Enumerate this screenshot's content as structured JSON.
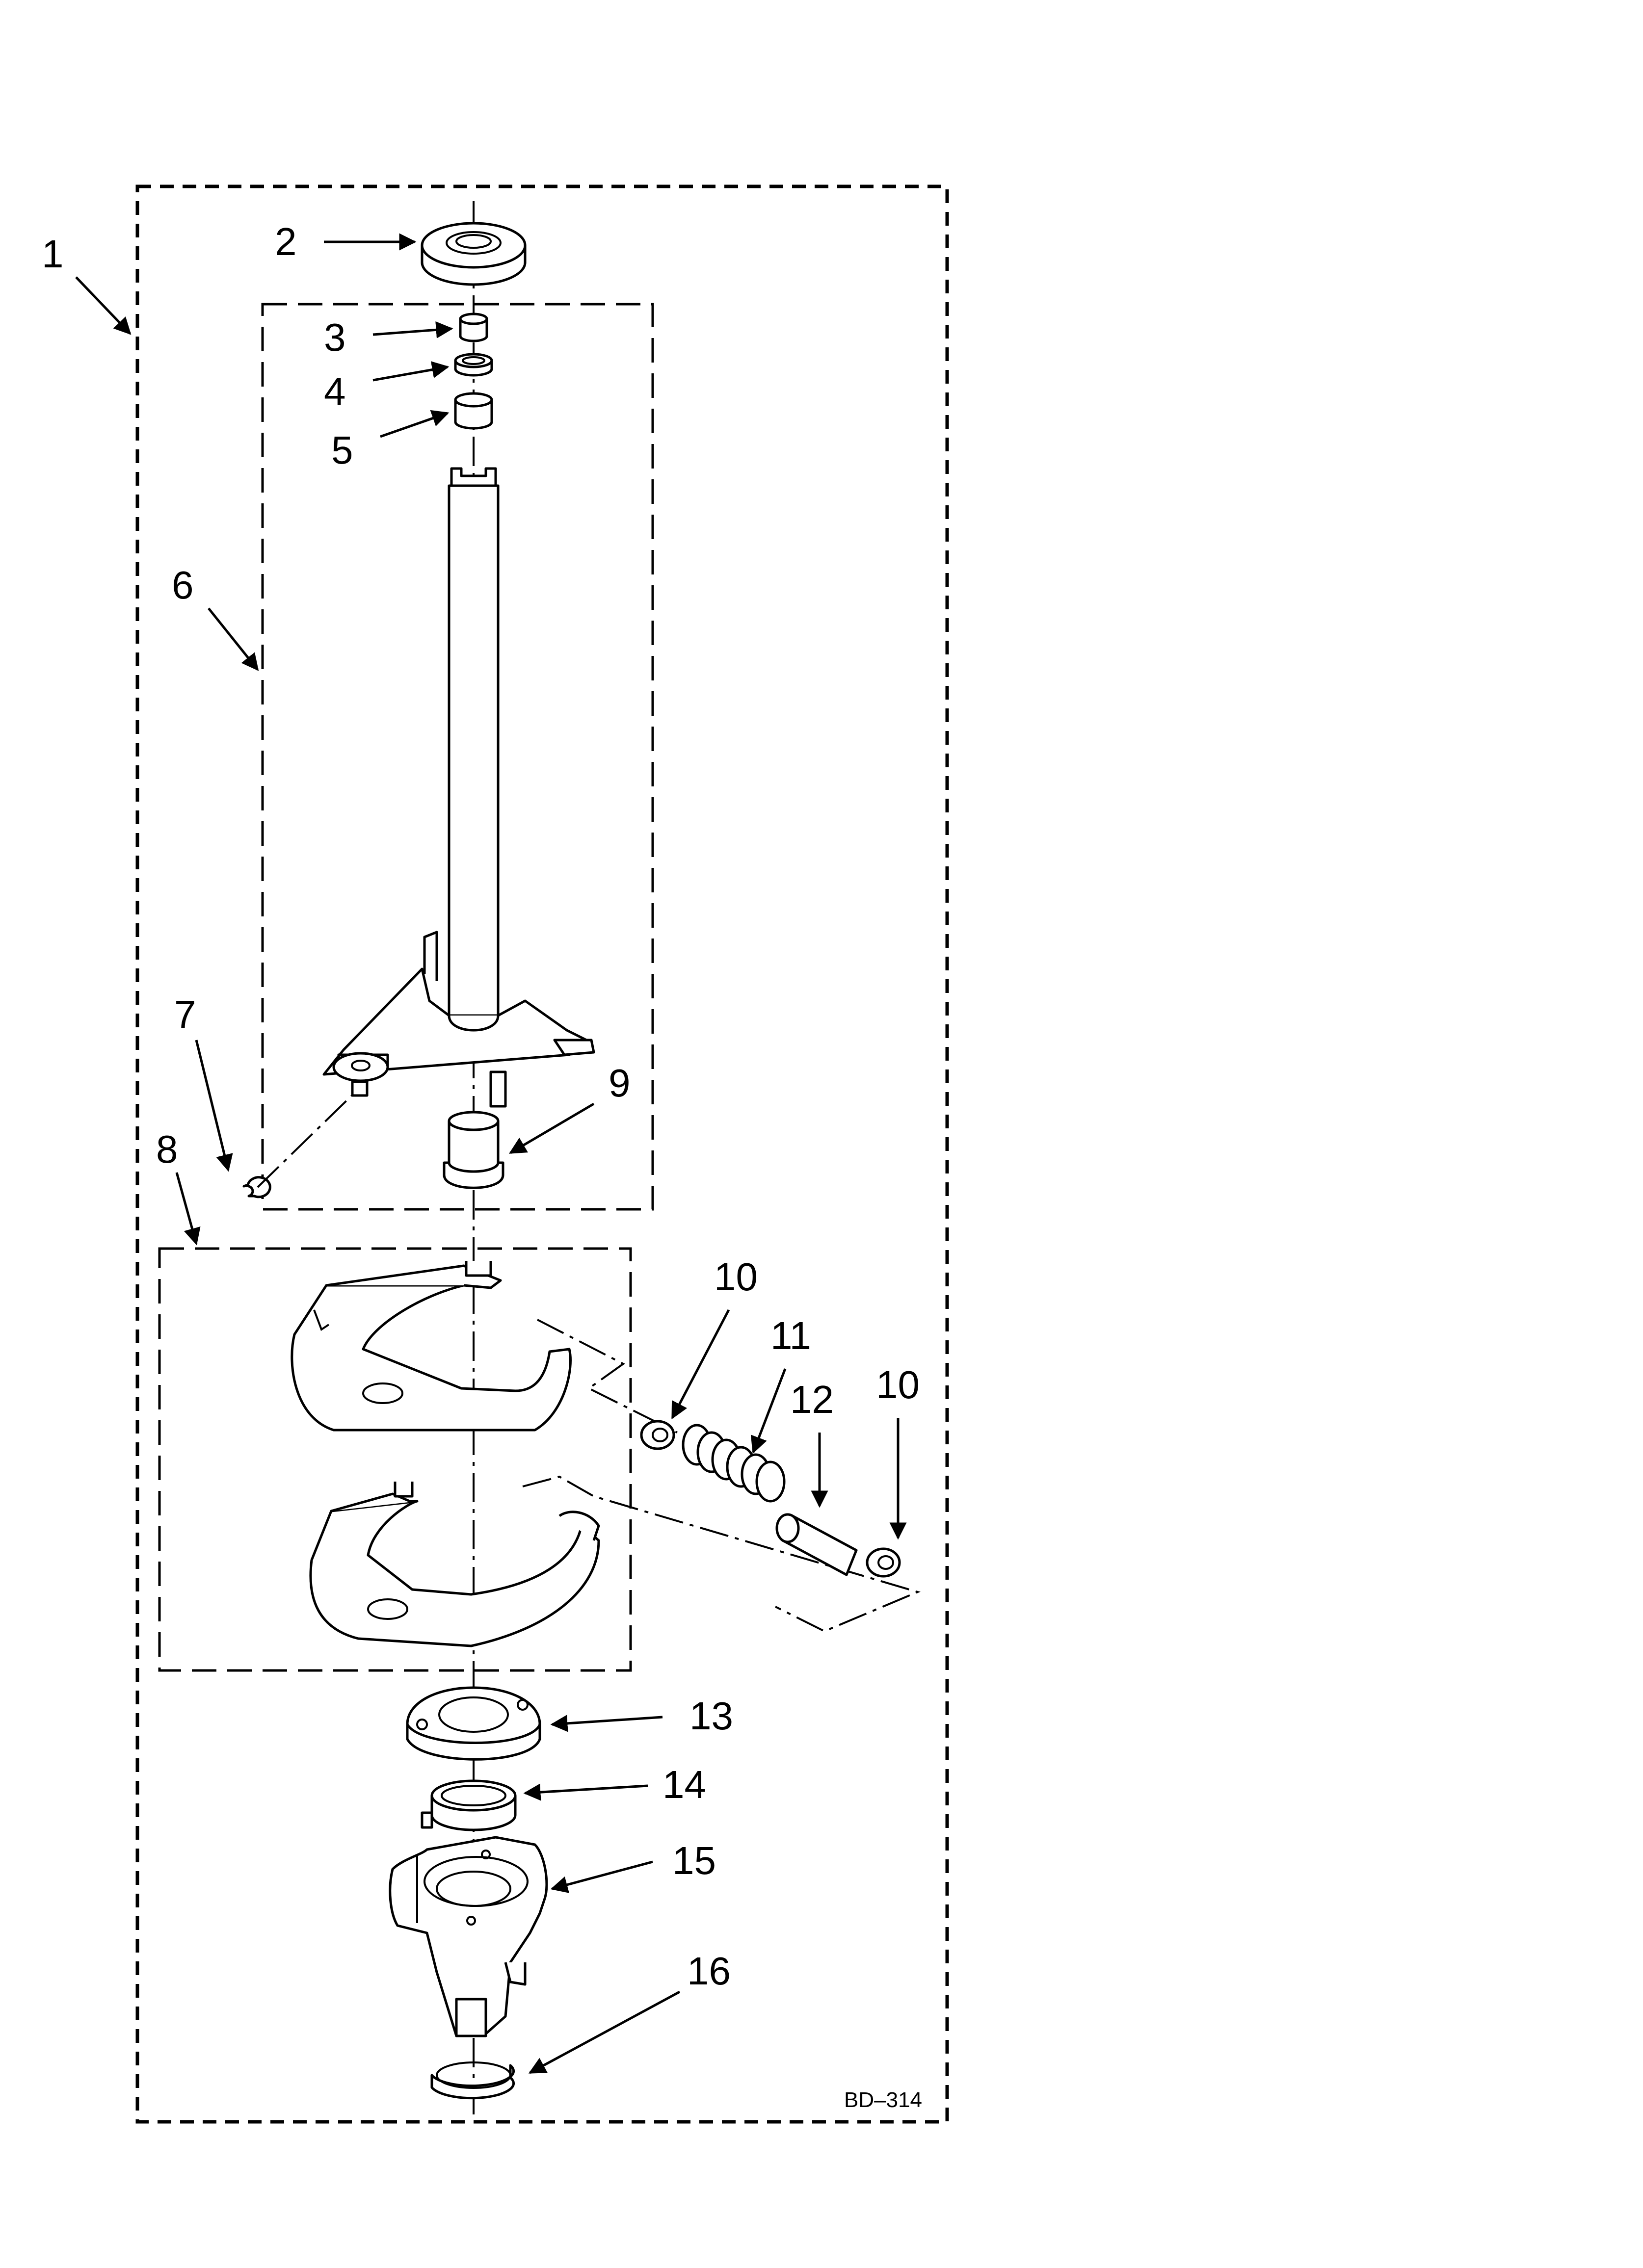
{
  "callouts": {
    "c1": "1",
    "c2": "2",
    "c3": "3",
    "c4": "4",
    "c5": "5",
    "c6": "6",
    "c7": "7",
    "c8": "8",
    "c9": "9",
    "c10a": "10",
    "c10b": "10",
    "c11": "11",
    "c12": "12",
    "c13": "13",
    "c14": "14",
    "c15": "15",
    "c16": "16"
  },
  "drawing_code": "BD–314"
}
